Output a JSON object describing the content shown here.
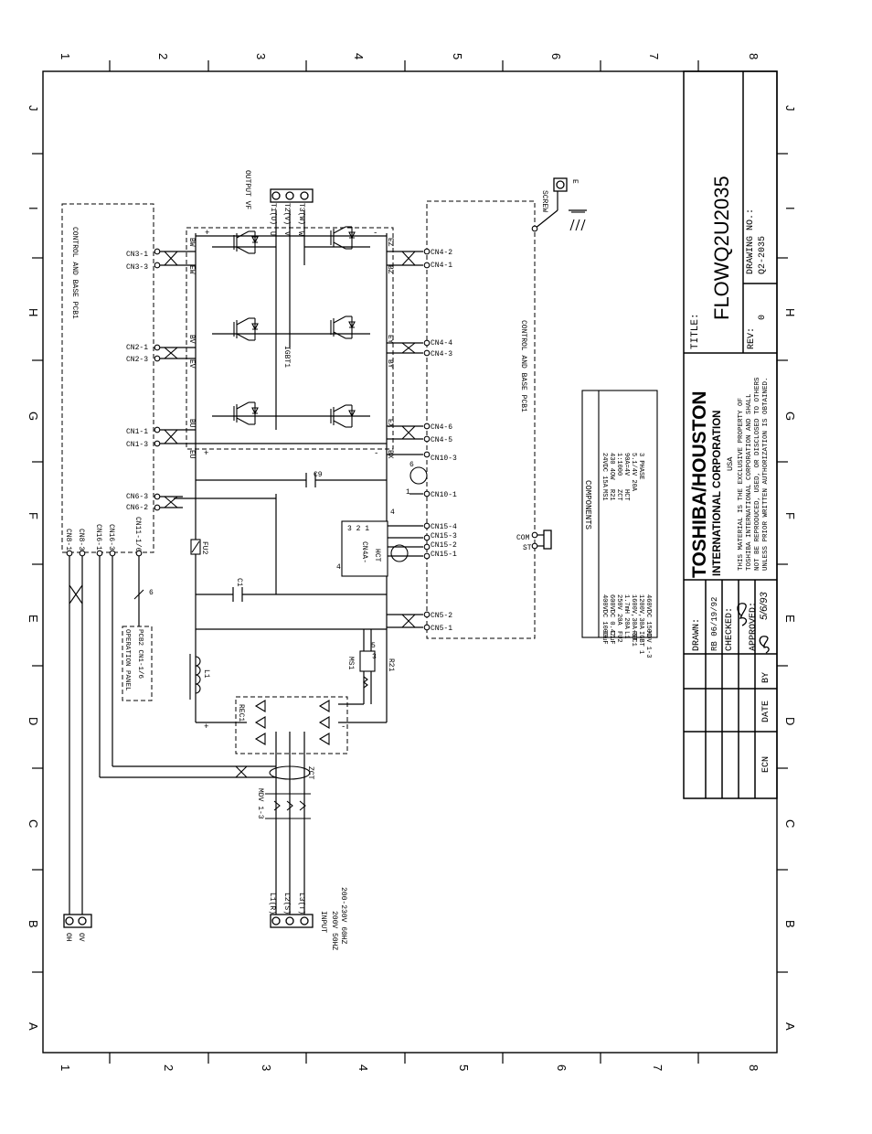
{
  "grid": {
    "top_numbers": [
      "1",
      "2",
      "3",
      "4",
      "5",
      "6",
      "7",
      "8"
    ],
    "bottom_numbers": [
      "1",
      "2",
      "3",
      "4",
      "5",
      "6",
      "7",
      "8"
    ],
    "left_letters": [
      "J",
      "I",
      "H",
      "G",
      "F",
      "E",
      "D",
      "C",
      "B",
      "A"
    ],
    "right_letters": [
      "J",
      "I",
      "H",
      "G",
      "F",
      "E",
      "D",
      "C",
      "B",
      "A"
    ]
  },
  "title_block": {
    "title_label": "TITLE:",
    "title_value": "FLOWQ2U2035",
    "drawing_no_label": "DRAWING NO.:",
    "drawing_no_value": "Q2-2035",
    "rev_label": "REV:",
    "rev_value": "0",
    "company_line1": "TOSHIBA/HOUSTON",
    "company_line2": "INTERNATIONAL CORPORATION",
    "company_line3": "USA",
    "notice": [
      "THIS MATERIAL IS THE EXCLUSIVE PROPERTY OF",
      "TOSHIBA INTERNATIONAL CORPORATION AND SHALL",
      "NOT BE REPRODUCED, USED, OR DISCLOSED TO OTHERS",
      "UNLESS PRIOR WRITTEN AUTHORIZATION IS OBTAINED."
    ],
    "drawn_label": "DRAWN:",
    "drawn_value": "RB 06/19/92",
    "checked_label": "CHECKED:",
    "approved_label": "APPROVED:",
    "approved_date": "5/6/93",
    "by_label": "BY",
    "date_label": "DATE",
    "ecn_label": "ECN"
  },
  "labels": {
    "pcb_left": "CONTROL AND BASE PCB1",
    "pcb_right": "CONTROL AND BASE PCB1",
    "output": "OUTPUT VF",
    "t1": "T1(U)",
    "t2": "T2(V)",
    "t3": "T3(W)",
    "screw": "SCREW",
    "e": "E",
    "igbt": "IGBT1",
    "gates_left": [
      "BV",
      "EV",
      "BU",
      "EU",
      "BW",
      "EW"
    ],
    "gates_right": [
      "EZ",
      "BZ",
      "EY",
      "BY",
      "EX",
      "BX"
    ],
    "u": "U",
    "v": "V",
    "w": "W",
    "plus": "+",
    "minus": "-",
    "cn3_1": "CN3-1",
    "cn3_3": "CN3-3",
    "cn2_1": "CN2-1",
    "cn2_3": "CN2-3",
    "cn1_1": "CN1-1",
    "cn1_3": "CN1-3",
    "cn6_3": "CN6-3",
    "cn6_2": "CN6-2",
    "cn4_2": "CN4-2",
    "cn4_1": "CN4-1",
    "cn4_4": "CN4-4",
    "cn4_3": "CN4-3",
    "cn4_6": "CN4-6",
    "cn4_5": "CN4-5",
    "cn10_3": "CN10-3",
    "cn10_1": "CN10-1",
    "cn15_4": "CN15-4",
    "cn15_3": "CN15-3",
    "cn15_2": "CN15-2",
    "cn15_1": "CN15-1",
    "cn5_2": "CN5-2",
    "cn5_1": "CN5-1",
    "cn8_1": "CN8-1",
    "cn8_3": "CN8-3",
    "cn16_1": "CN16-1",
    "cn16_3": "CN16-3",
    "cn11": "CN11-1/6",
    "com": "COM",
    "st": "ST",
    "c9": "C9",
    "c1": "C1",
    "fu2": "FU2",
    "l1": "L1",
    "ms1": "MS1",
    "r21": "R21",
    "rec1": "REC1",
    "zct": "ZCT",
    "mdv": "MDV 1-3",
    "hct": "HCT",
    "cn4a": "CN4A-",
    "ms1_num": "6",
    "ms1_one": "1",
    "n4": "4",
    "n3": "3",
    "n5": "5",
    "hct_pins": "3 2 1",
    "six": "6",
    "operation_panel": "OPERATION PANEL",
    "pcb2": "PCB2  CN1-1/6",
    "oh": "OH",
    "ov": "OV",
    "l1r": "L1(R)",
    "l2s": "L2(S)",
    "l3t": "L3(T)",
    "input": "INPUT",
    "input_v1": "200V 50HZ",
    "input_v2": "200-230V 60HZ"
  },
  "components": {
    "title": "COMPONENTS",
    "rows": [
      [
        "C9",
        "400VDC 1000uF"
      ],
      [
        "C1",
        "600VDC 0.47uF"
      ],
      [
        "FU2",
        "250V 20A"
      ],
      [
        "L1",
        "1.7mH 20A"
      ],
      [
        "REC1",
        "1600V,30A-3T"
      ],
      [
        "IGBT 1",
        "1200V,30A"
      ],
      [
        "MDV 1-3",
        "460VDC 150J"
      ],
      [
        "MS1",
        "24VDC 15A"
      ],
      [
        "R21",
        "430 4OW"
      ],
      [
        "ZCT",
        "1:1000"
      ],
      [
        "HCT",
        "90A=4V"
      ],
      [
        "",
        "5.1/4V 20A"
      ],
      [
        "",
        "3 PHASE"
      ]
    ]
  }
}
